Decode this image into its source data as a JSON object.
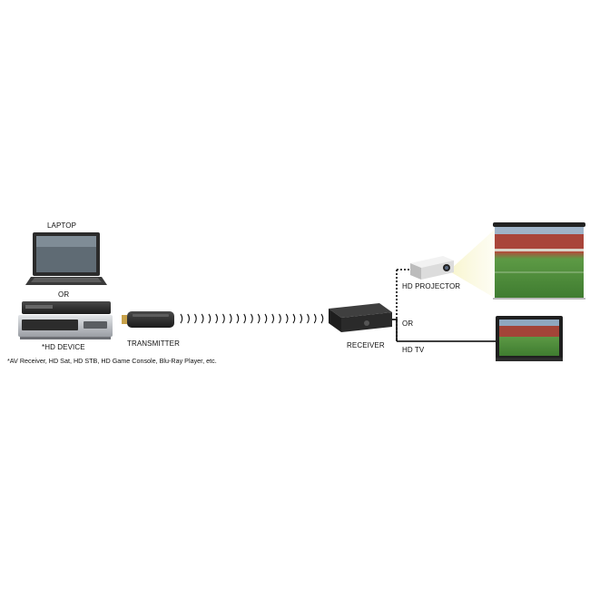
{
  "labels": {
    "laptop": "LAPTOP",
    "or_left": "OR",
    "hd_device": "*HD DEVICE",
    "transmitter": "TRANSMITTER",
    "receiver": "RECEIVER",
    "hd_projector": "HD PROJECTOR",
    "or_right": "OR",
    "hd_tv": "HD TV"
  },
  "footnote": "*AV Receiver, HD Sat, HD STB, HD Game Console, Blu-Ray Player, etc.",
  "icons": {
    "laptop": "laptop-icon",
    "hd_device": "hd-device-icon",
    "transmitter": "transmitter-icon",
    "wireless": "wireless-signal-icon",
    "receiver": "receiver-icon",
    "projector": "projector-icon",
    "screen": "projection-screen-icon",
    "tv": "hd-tv-icon"
  },
  "colors": {
    "device_dark": "#2a2a2a",
    "device_silver": "#c9ccd0",
    "pitch_green": "#4f8a3a",
    "beam": "#f3f0b0",
    "line": "#000000"
  }
}
